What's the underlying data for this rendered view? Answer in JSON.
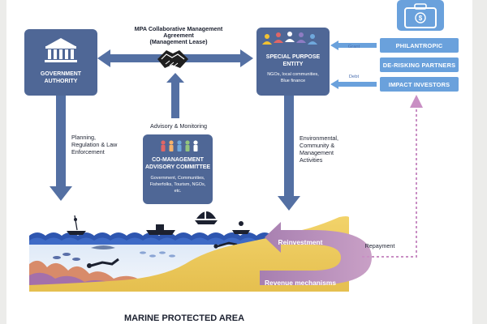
{
  "diagram": {
    "government": {
      "line1": "GOVERNMENT",
      "line2": "AUTHORITY"
    },
    "spe": {
      "line1": "SPECIAL PURPOSE",
      "line2": "ENTITY",
      "sub1": "NGOs, local communities,",
      "sub2": "Blue finance"
    },
    "agreement": {
      "line1": "MPA Collaborative Management",
      "line2": "Agreement",
      "line3": "(Management Lease)"
    },
    "advisory_label": "Advisory & Monitoring",
    "committee": {
      "line1": "CO-MANAGEMENT",
      "line2": "ADVISORY COMMITTEE",
      "sub1": "Government, Communities,",
      "sub2": "Fisherfolks, Tourism, NGOs,",
      "sub3": "etc."
    },
    "planning": {
      "line1": "Planning,",
      "line2": "Regulation & Law",
      "line3": "Enforcement"
    },
    "activities": {
      "line1": "Environmental,",
      "line2": "Community &",
      "line3": "Management",
      "line4": "Activities"
    },
    "funders": [
      "PHILANTROPIC",
      "DE-RISKING PARTNERS",
      "IMPACT INVESTORS"
    ],
    "grant_label": "Grant",
    "debt_label": "Debt",
    "repayment_label": "Repayment",
    "reinvestment_label": "Reinvestment",
    "revenue_label": "Revenue mechanisms",
    "mpa_title": "MARINE PROTECTED AREA"
  },
  "icons": [
    "bank-icon",
    "handshake-icon",
    "people-icon",
    "briefcase-money-icon",
    "sailboat-icon",
    "fish-icon",
    "diver-icon",
    "dolphin-icon"
  ],
  "colors": {
    "box_fill": "#4f6796",
    "arrow_fill": "#5470a3",
    "funder_fill": "#6aa1dc",
    "sea": "#2e56b0",
    "sand": "#ecca5c",
    "loop": "#b890b8",
    "repayment_dots": "#c98fc4"
  }
}
